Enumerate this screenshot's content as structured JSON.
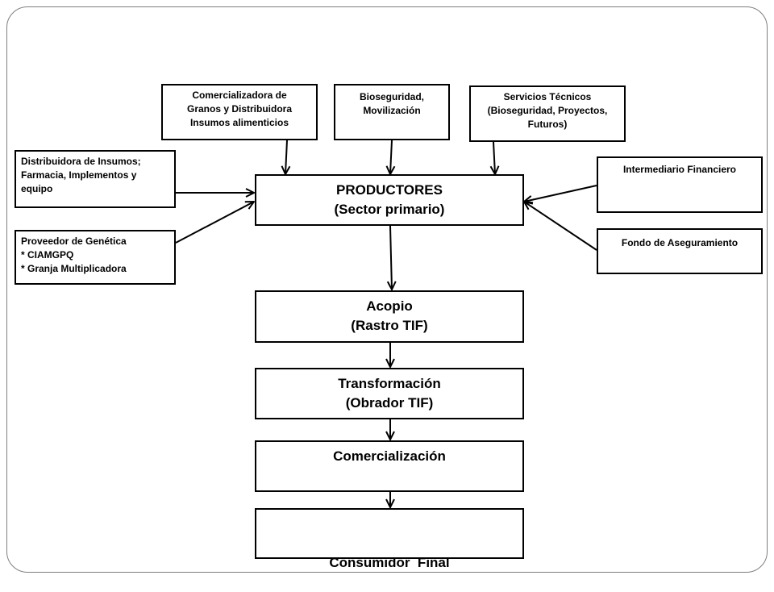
{
  "diagram": {
    "boxes": {
      "comercializadora": [
        "Comercializadora de",
        "Granos y Distribuidora",
        "Insumos alimenticios"
      ],
      "bioseguridad": [
        "Bioseguridad,",
        "Movilización"
      ],
      "servicios": [
        "Servicios Técnicos",
        "(Bioseguridad, Proyectos,",
        "Futuros)"
      ],
      "distribuidora": [
        "Distribuidora de Insumos;",
        "Farmacia, Implementos y",
        "equipo"
      ],
      "proveedor": [
        "Proveedor de Genética",
        "* CIAMGPQ",
        "* Granja Multiplicadora"
      ],
      "intermediario": [
        "Intermediario Financiero"
      ],
      "fondo": [
        "Fondo de Aseguramiento"
      ],
      "productores": [
        "PRODUCTORES",
        "(Sector primario)"
      ],
      "acopio": [
        "Acopio",
        "(Rastro TIF)"
      ],
      "transformacion": [
        "Transformación",
        "(Obrador TIF)"
      ],
      "comercializacion": [
        "Comercialización"
      ],
      "consumidor": [
        "Consumidor  Final"
      ]
    }
  }
}
